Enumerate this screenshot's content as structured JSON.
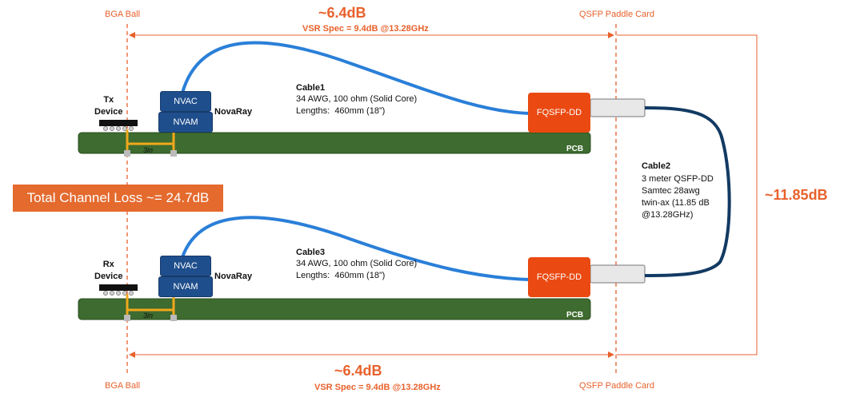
{
  "top_dim": {
    "loss": "~6.4dB",
    "spec": "VSR Spec = 9.4dB @13.28GHz"
  },
  "bottom_dim": {
    "loss": "~6.4dB",
    "spec": "VSR Spec = 9.4dB @13.28GHz"
  },
  "labels": {
    "bga_top": "BGA Ball",
    "bga_bottom": "BGA Ball",
    "qsfp_paddle_top": "QSFP Paddle Card",
    "qsfp_paddle_bottom": "QSFP Paddle Card",
    "right_loss": "~11.85dB",
    "total_loss": "Total Channel Loss ~= 24.7dB"
  },
  "tx": {
    "device": "Tx\nDevice",
    "nvac": "NVAC",
    "nvam": "NVAM",
    "novaray": "NovaRay",
    "trace": "3in",
    "connector": "FQSFP-DD",
    "pcb": "PCB",
    "cable_title": "Cable1",
    "cable_desc": "34 AWG, 100 ohm (Solid Core)\nLengths:  460mm (18”)"
  },
  "rx": {
    "device": "Rx\nDevice",
    "nvac": "NVAC",
    "nvam": "NVAM",
    "novaray": "NovaRay",
    "trace": "3in",
    "connector": "FQSFP-DD",
    "pcb": "PCB",
    "cable_title": "Cable3",
    "cable_desc": "34 AWG, 100 ohm (Solid Core)\nLengths:  460mm (18”)"
  },
  "cable2": {
    "title": "Cable2",
    "desc": "3 meter QSFP-DD\nSamtec 28awg\ntwin-ax (11.85 dB\n@13.28GHz)"
  },
  "colors": {
    "accent": "#e8612c",
    "pcb": "#3e6b2f",
    "chip": "#1f4e8c",
    "connector": "#ea4a12",
    "cable_blue": "#2a7fd8",
    "cable_navy": "#123a63",
    "trace": "#f0a81c"
  }
}
